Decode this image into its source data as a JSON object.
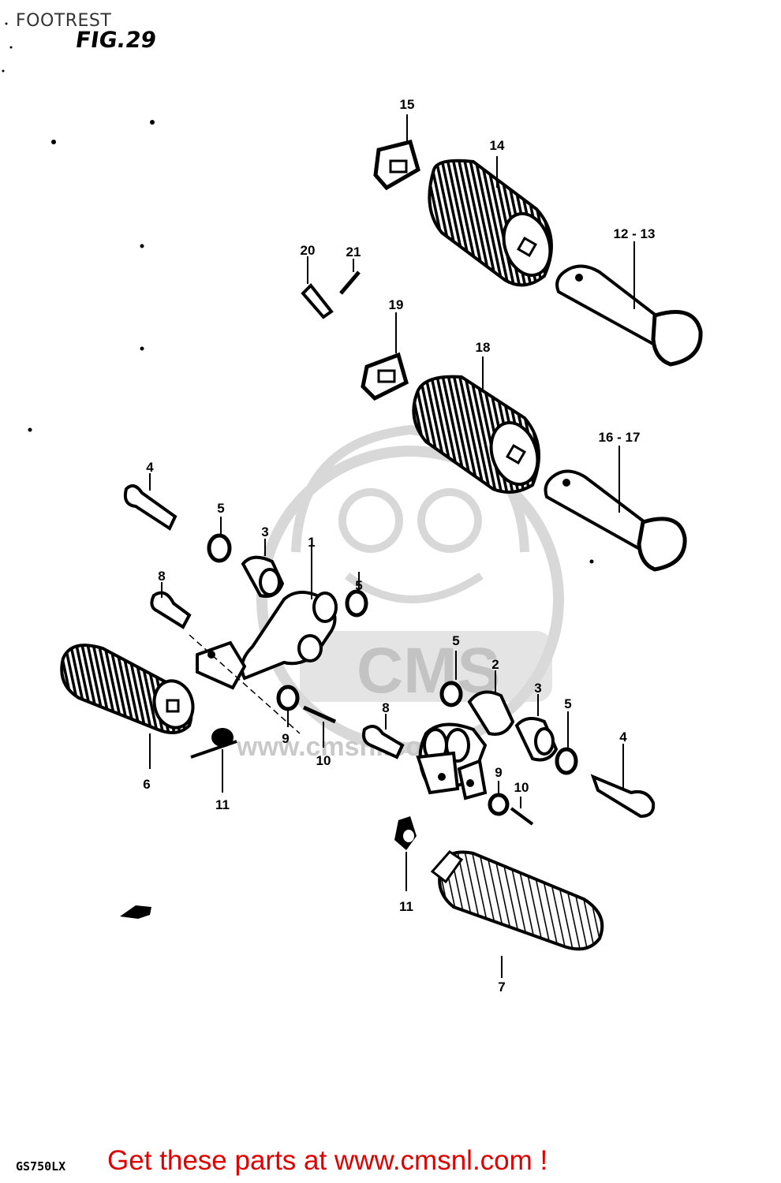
{
  "header": {
    "title": "FOOTREST",
    "figure": "FIG.29"
  },
  "footer": {
    "model": "GS750LX",
    "promo_link": "Get these parts at www.cmsnl.com !"
  },
  "watermark": {
    "brand": "CMS",
    "url": "www.cmsnl.com"
  },
  "callouts": [
    "15",
    "14",
    "12 - 13",
    "20",
    "21",
    "19",
    "18",
    "16 - 17",
    "4",
    "5",
    "3",
    "1",
    "8",
    "5",
    "5",
    "2",
    "3",
    "5",
    "4",
    "6",
    "9",
    "10",
    "11",
    "8",
    "9",
    "10",
    "11",
    "7"
  ],
  "colors": {
    "promo": "#e00000",
    "ink": "#000000",
    "watermark": "#c8c8c8"
  }
}
